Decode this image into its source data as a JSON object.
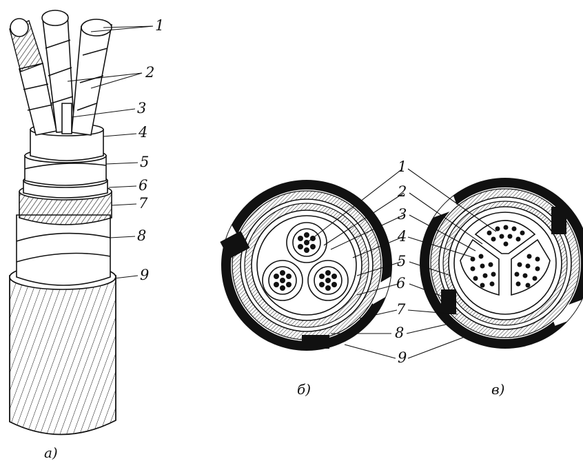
{
  "figure": {
    "parts": [
      {
        "id": "a",
        "caption": "a)"
      },
      {
        "id": "b",
        "caption": "б)"
      },
      {
        "id": "v",
        "caption": "в)"
      }
    ],
    "labels_a": [
      "1",
      "2",
      "3",
      "4",
      "5",
      "6",
      "7",
      "8",
      "9"
    ],
    "labels_bv": [
      "1",
      "2",
      "3",
      "4",
      "5",
      "6",
      "7",
      "8",
      "9"
    ],
    "ink_color": "#111111",
    "paper_color": "#ffffff"
  }
}
